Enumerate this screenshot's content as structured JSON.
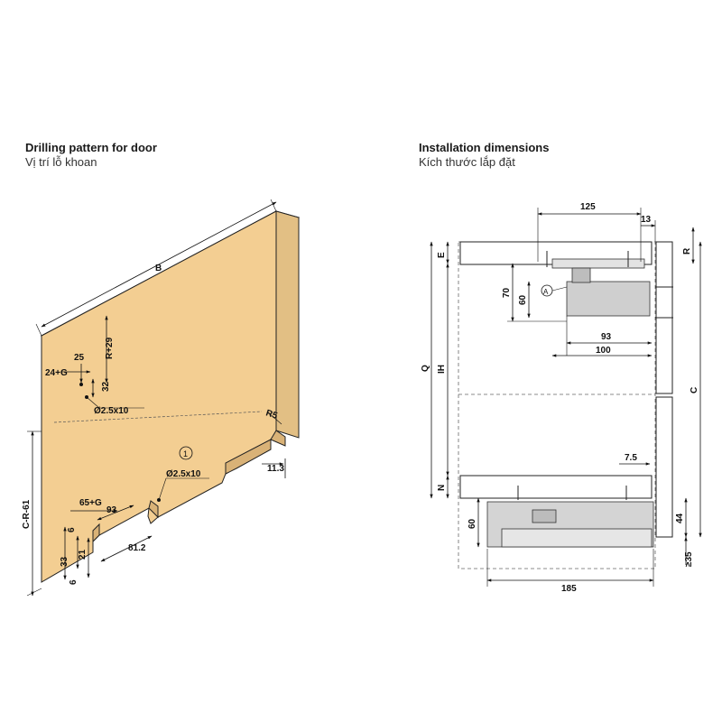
{
  "left_panel": {
    "title_en": "Drilling pattern for door",
    "title_vi": "Vị trí lỗ khoan",
    "labels": {
      "b": "B",
      "r29": "R+29",
      "g24": "24+G",
      "d25": "25",
      "d32": "32",
      "drill1": "Ø2.5x10",
      "r5": "R5",
      "d11_3": "11.3",
      "circle1": "1",
      "drill2": "Ø2.5x10",
      "g65": "65+G",
      "d93": "93",
      "d81_2": "81.2",
      "cr61": "C-R-61",
      "d6a": "6",
      "d33": "33",
      "d21": "21",
      "d6b": "6"
    }
  },
  "right_panel": {
    "title_en": "Installation dimensions",
    "title_vi": "Kích thước lắp đặt",
    "labels": {
      "d125": "125",
      "d13": "13",
      "e": "E",
      "r": "R",
      "d70": "70",
      "d60a": "60",
      "a": "A",
      "d93": "93",
      "d100": "100",
      "q": "Q",
      "ih": "IH",
      "c": "C",
      "d7_5": "7.5",
      "n": "N",
      "d60b": "60",
      "d44": "44",
      "d35": "≥35",
      "d185": "185"
    }
  }
}
